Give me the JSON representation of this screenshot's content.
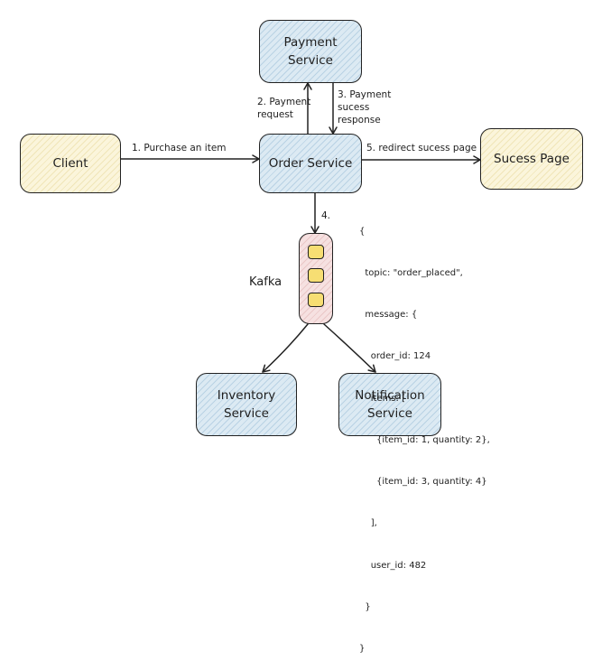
{
  "nodes": {
    "client": "Client",
    "payment_service": [
      "Payment",
      "Service"
    ],
    "order_service": "Order Service",
    "success_page": "Sucess Page",
    "inventory_service": [
      "Inventory",
      "Service"
    ],
    "notification_service": [
      "Notification",
      "Service"
    ],
    "kafka": "Kafka"
  },
  "edges": {
    "purchase": "1. Purchase an item",
    "payment_request": [
      "2. Payment",
      "request"
    ],
    "payment_response": [
      "3. Payment",
      "sucess",
      "response"
    ],
    "redirect": "5. redirect sucess page",
    "publish": "4."
  },
  "event_payload": [
    "{",
    "  topic: \"order_placed\",",
    "  message: {",
    "    order_id: 124",
    "    items: [",
    "      {item_id: 1, quantity: 2},",
    "      {item_id: 3, quantity: 4}",
    "    ],",
    "    user_id: 482",
    "  }",
    "}"
  ],
  "colors": {
    "service_fill": "#dceaf3",
    "client_fill": "#fbf5db",
    "kafka_fill": "#f6e1e1",
    "message_fill": "#f7de73",
    "stroke": "#222222"
  }
}
